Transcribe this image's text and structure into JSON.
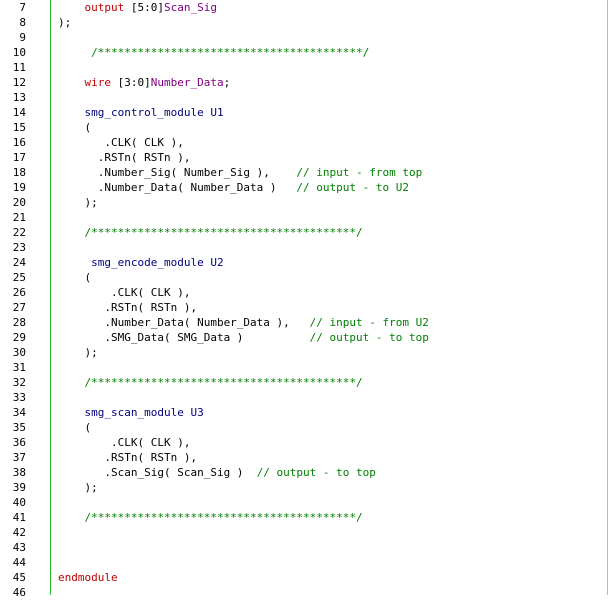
{
  "editor": {
    "lines": [
      {
        "num": "7",
        "text": "    output [5:0]Scan_Sig"
      },
      {
        "num": "8",
        "text": ");"
      },
      {
        "num": "9",
        "text": ""
      },
      {
        "num": "10",
        "text": "     /****************************************/"
      },
      {
        "num": "11",
        "text": ""
      },
      {
        "num": "12",
        "text": "    wire [3:0]Number_Data;"
      },
      {
        "num": "13",
        "text": ""
      },
      {
        "num": "14",
        "text": "    smg_control_module U1"
      },
      {
        "num": "15",
        "text": "    ("
      },
      {
        "num": "16",
        "text": "       .CLK( CLK ),"
      },
      {
        "num": "17",
        "text": "      .RSTn( RSTn ),"
      },
      {
        "num": "18",
        "text": "      .Number_Sig( Number_Sig ),    // input - from top"
      },
      {
        "num": "19",
        "text": "      .Number_Data( Number_Data )   // output - to U2"
      },
      {
        "num": "20",
        "text": "    );"
      },
      {
        "num": "21",
        "text": ""
      },
      {
        "num": "22",
        "text": "    /****************************************/"
      },
      {
        "num": "23",
        "text": ""
      },
      {
        "num": "24",
        "text": "     smg_encode_module U2"
      },
      {
        "num": "25",
        "text": "    ("
      },
      {
        "num": "26",
        "text": "        .CLK( CLK ),"
      },
      {
        "num": "27",
        "text": "       .RSTn( RSTn ),"
      },
      {
        "num": "28",
        "text": "       .Number_Data( Number_Data ),   // input - from U2"
      },
      {
        "num": "29",
        "text": "       .SMG_Data( SMG_Data )          // output - to top"
      },
      {
        "num": "30",
        "text": "    );"
      },
      {
        "num": "31",
        "text": ""
      },
      {
        "num": "32",
        "text": "    /****************************************/"
      },
      {
        "num": "33",
        "text": ""
      },
      {
        "num": "34",
        "text": "    smg_scan_module U3"
      },
      {
        "num": "35",
        "text": "    ("
      },
      {
        "num": "36",
        "text": "        .CLK( CLK ),"
      },
      {
        "num": "37",
        "text": "       .RSTn( RSTn ),"
      },
      {
        "num": "38",
        "text": "       .Scan_Sig( Scan_Sig )  // output - to top"
      },
      {
        "num": "39",
        "text": "    );"
      },
      {
        "num": "40",
        "text": ""
      },
      {
        "num": "41",
        "text": "    /****************************************/"
      },
      {
        "num": "42",
        "text": ""
      },
      {
        "num": "43",
        "text": ""
      },
      {
        "num": "44",
        "text": ""
      },
      {
        "num": "45",
        "text": "endmodule"
      },
      {
        "num": "46",
        "text": ""
      }
    ]
  },
  "colors": {
    "keyword": "#c00000",
    "module_name": "#000080",
    "identifier": "#800080",
    "comment": "#008000",
    "gutter_border": "#2bb52b"
  }
}
